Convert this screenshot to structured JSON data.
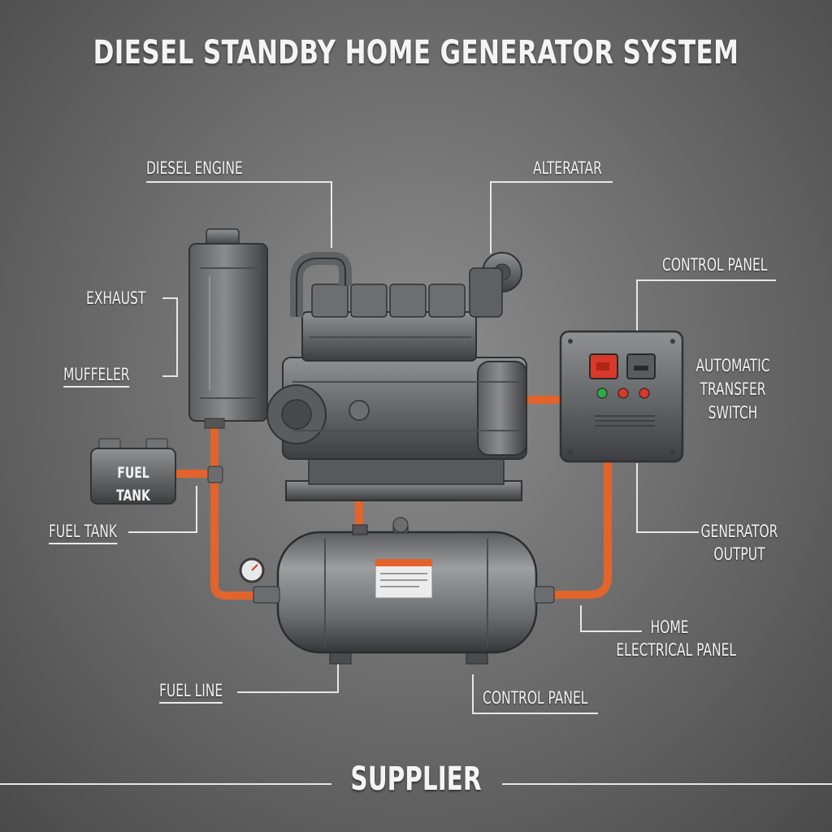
{
  "title": "DIESEL STANDBY HOME GENERATOR SYSTEM",
  "labels": {
    "diesel_engine": "DIESEL ENGINE",
    "alternator": "ALTERATAR",
    "control_panel_top": "CONTROL PANEL",
    "exhaust": "EXHAUST",
    "muffler": "MUFFELER",
    "ats_line1": "AUTOMATIC",
    "ats_line2": "TRANSFER",
    "ats_line3": "SWITCH",
    "fuel_tank_box": "FUEL TANK",
    "fuel_tank": "FUEL TANK",
    "generator_output_line1": "GENERATOR",
    "generator_output_line2": "OUTPUT",
    "home_panel_line1": "HOME",
    "home_panel_line2": "ELECTRICAL PANEL",
    "fuel_line": "FUEL LINE",
    "control_panel_bottom": "CONTROL PANEL"
  },
  "footer": "SUPPLIER",
  "colors": {
    "pipe": "#e2642a",
    "metal": "#6e7072",
    "metal_dark": "#3e4042",
    "label_line": "#e6e6e6",
    "switch_red": "#d8392b",
    "lamp_green": "#2faa4a",
    "lamp_red": "#d8392b"
  }
}
